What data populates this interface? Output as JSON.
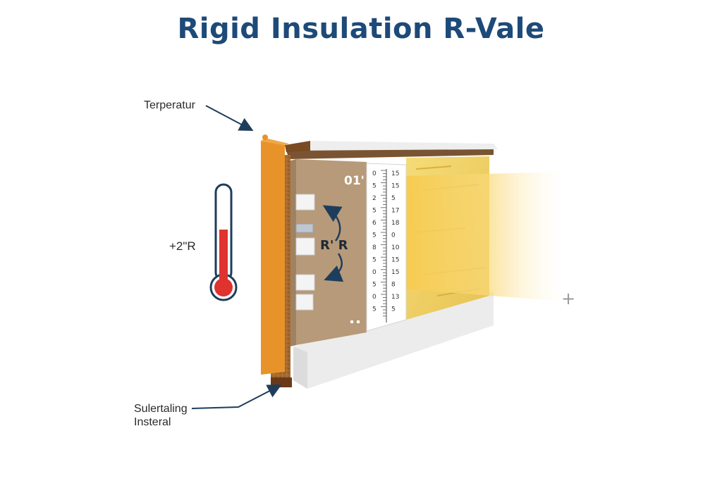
{
  "title": "Rigid Insulation R-Vale",
  "labels": {
    "temperature": "Terperatur",
    "thermometer_value": "+2\"R",
    "panel_code": "01'",
    "r_label": "R' R",
    "bottom_line1": "Sulertaling",
    "bottom_line2": "Insteral",
    "plus": "+"
  },
  "scale": {
    "left_ticks": [
      "0",
      "5",
      "2",
      "5",
      "6",
      "5",
      "8",
      "5",
      "0",
      "5",
      "0",
      "5"
    ],
    "right_ticks": [
      "15",
      "15",
      "5",
      "17",
      "18",
      "0",
      "10",
      "15",
      "15",
      "8",
      "13",
      "5"
    ]
  },
  "colors": {
    "title": "#1d4a78",
    "thermometer_red": "#e0322e",
    "arrow": "#1e3d5c",
    "orange_face": "#e8932a",
    "panel_tan": "#b79a7a",
    "fiberglass": "#f2d060"
  }
}
